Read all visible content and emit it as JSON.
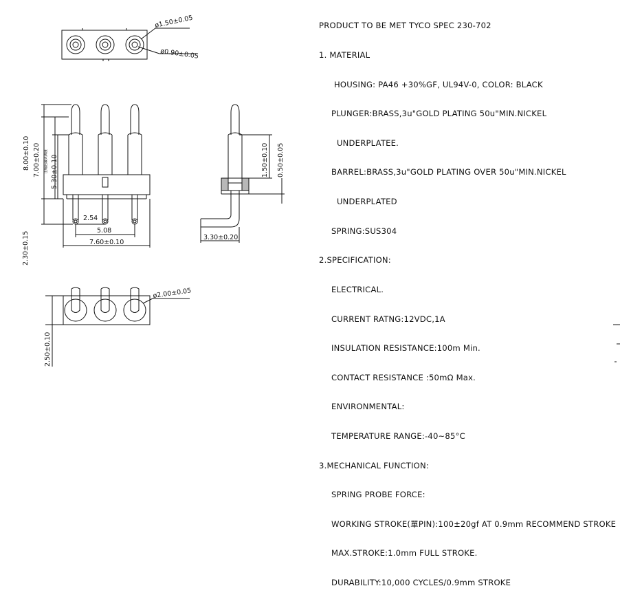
{
  "spec": {
    "title": "PRODUCT TO BE MET TYCO SPEC 230-702",
    "sections": [
      {
        "heading": "1. MATERIAL",
        "lines": [
          {
            "text": "HOUSING: PA46 +30%GF, UL94V-0, COLOR: BLACK",
            "indent": "i1"
          },
          {
            "text": "PLUNGER:BRASS,3u\"GOLD PLATING 50u\"MIN.NICKEL",
            "indent": "i3"
          },
          {
            "text": "UNDERPLATEE.",
            "indent": "i2"
          },
          {
            "text": "BARREL:BRASS,3u\"GOLD PLATING OVER 50u\"MIN.NICKEL",
            "indent": "i3"
          },
          {
            "text": "UNDERPLATED",
            "indent": "i2"
          },
          {
            "text": "SPRING:SUS304",
            "indent": "i3"
          }
        ]
      },
      {
        "heading": "2.SPECIFICATION:",
        "lines": [
          {
            "text": "ELECTRICAL.",
            "indent": "i3"
          },
          {
            "text": "CURRENT RATNG:12VDC,1A",
            "indent": "i3"
          },
          {
            "text": "INSULATION RESISTANCE:100m Min.",
            "indent": "i3"
          },
          {
            "text": "CONTACT RESISTANCE :50mΩ Max.",
            "indent": "i3"
          },
          {
            "text": "ENVIRONMENTAL:",
            "indent": "i3"
          },
          {
            "text": "TEMPERATURE RANGE:-40~85°C",
            "indent": "i3"
          }
        ]
      },
      {
        "heading": "3.MECHANICAL FUNCTION:",
        "lines": [
          {
            "text": "SPRING PROBE FORCE:",
            "indent": "i3"
          },
          {
            "text": "WORKING STROKE(單PIN):100±20gf AT 0.9mm RECOMMEND STROKE",
            "indent": "i3"
          },
          {
            "text": "MAX.STROKE:1.0mm FULL STROKE.",
            "indent": "i3"
          },
          {
            "text": "DURABILITY:10,000 CYCLES/0.9mm STROKE",
            "indent": "i3"
          }
        ]
      }
    ]
  },
  "dimensions": {
    "top_hole_outer": "ø1.50±0.05",
    "top_hole_inner": "ø0.90±0.05",
    "overall_height": "8.00±0.10",
    "height_7": "7.00±0.20",
    "height_530": "5.30±0.10",
    "compress_note": "压缩后最大高度",
    "tail_height": "2.30±0.15",
    "pitch": "2.54",
    "span": "5.08",
    "width": "7.60±0.10",
    "side_stroke": "1.50±0.10",
    "side_gap": "0.50±0.05",
    "side_tail": "3.30±0.20",
    "bottom_hole": "ø2.00±0.05",
    "bottom_height": "2.50±0.10"
  },
  "colors": {
    "ink": "#111111",
    "housing_fill": "#b8b8b8"
  }
}
